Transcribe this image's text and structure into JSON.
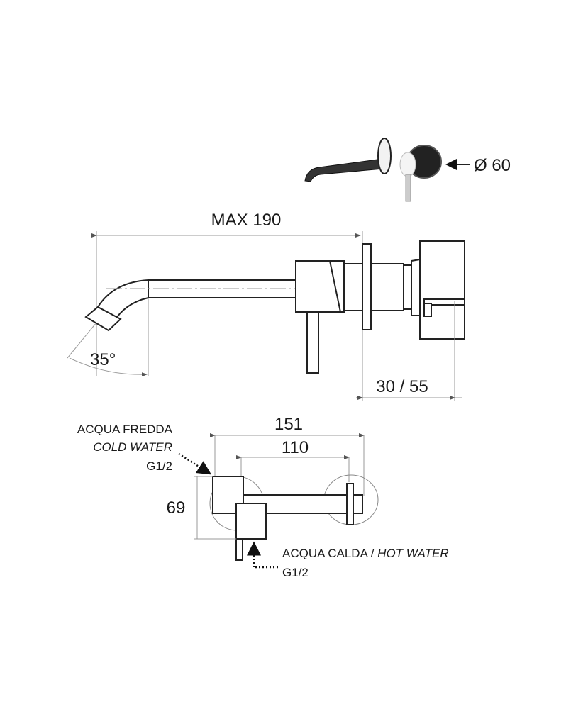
{
  "diameter_label": "Ø 60",
  "max_length_label": "MAX 190",
  "angle_label": "35°",
  "depth_label": "30 / 55",
  "plan_view": {
    "width_total": "151",
    "width_centers": "110",
    "height": "69"
  },
  "cold_water": {
    "label_it": "ACQUA FREDDA",
    "label_en": "COLD WATER",
    "thread": "G1/2"
  },
  "hot_water": {
    "label_it": "ACQUA CALDA / ",
    "label_en": "HOT WATER",
    "thread": "G1/2"
  }
}
